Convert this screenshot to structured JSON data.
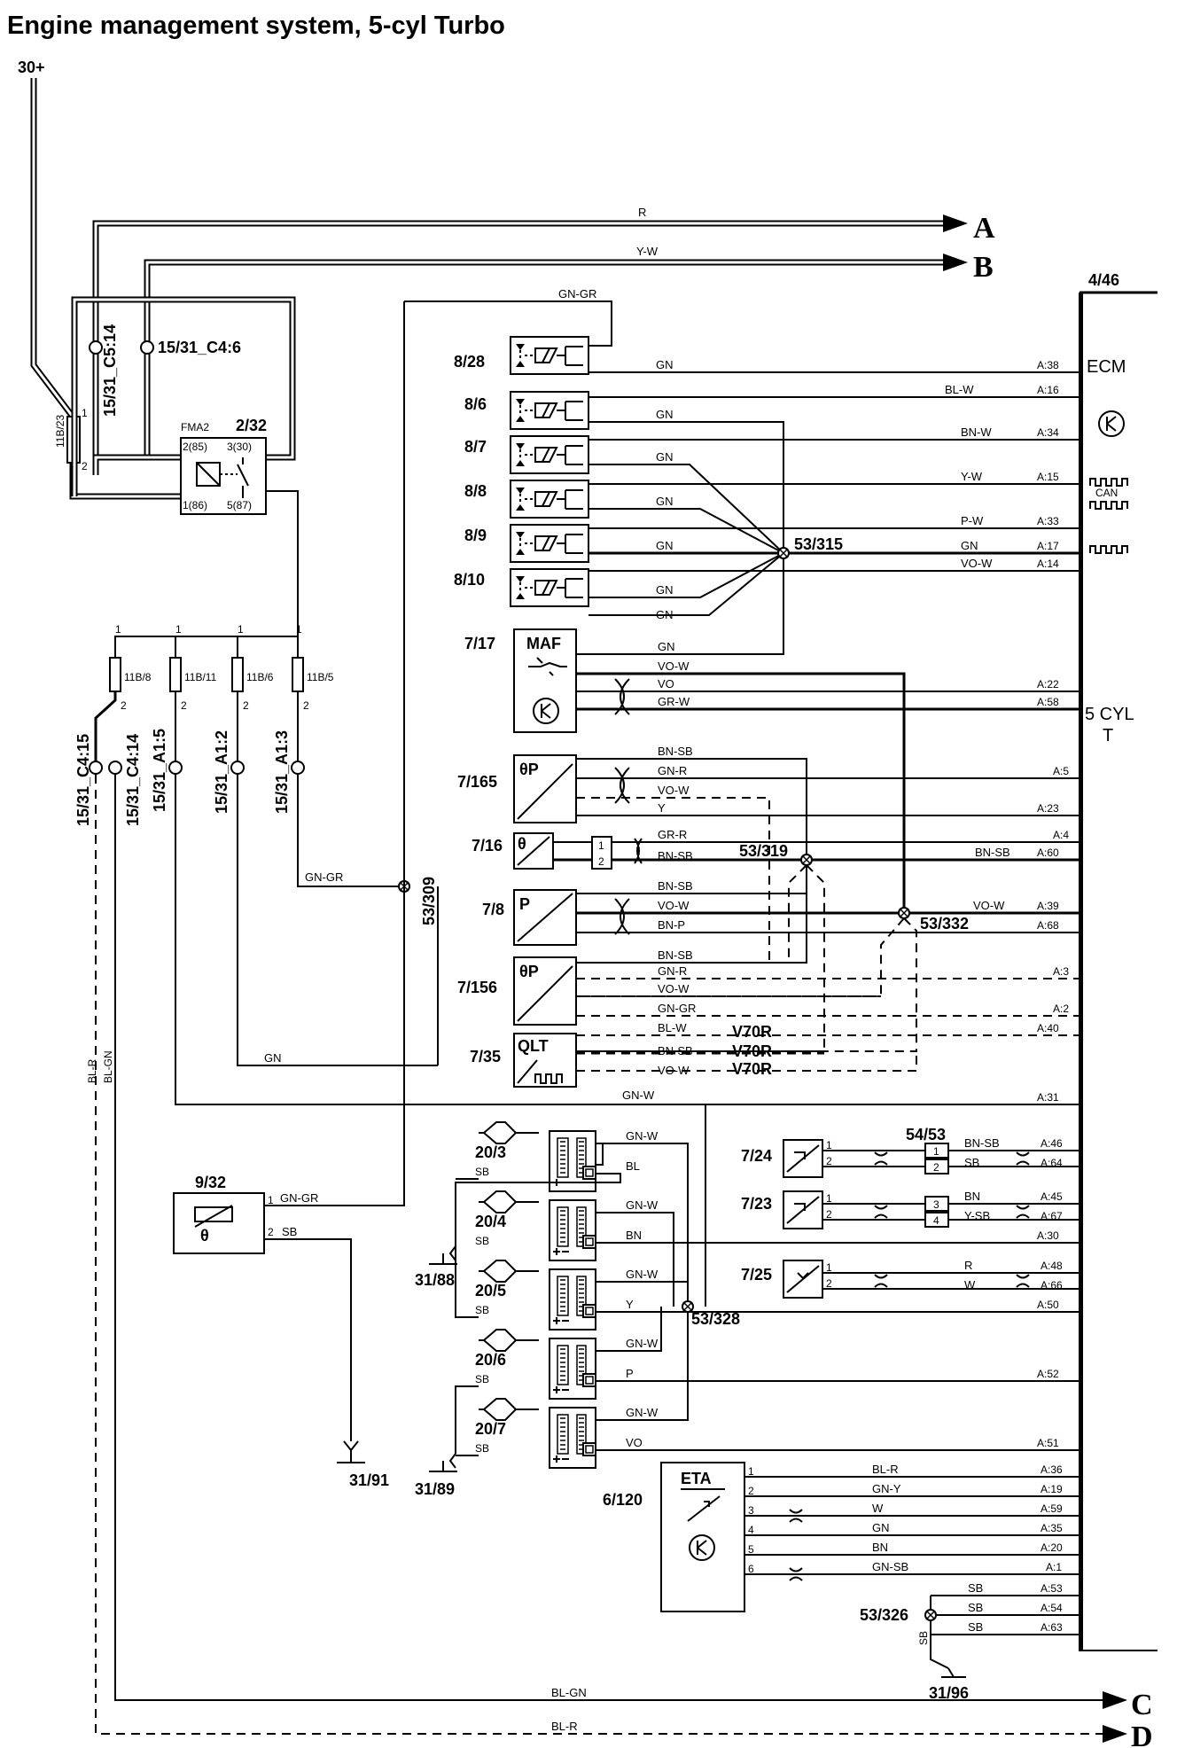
{
  "title": "Engine management system, 5-cyl Turbo",
  "supply": "30+",
  "outputs": [
    "A",
    "B",
    "C",
    "D"
  ],
  "ecm": {
    "ref": "4/46",
    "name": "ECM",
    "variant_line1": "5 CYL",
    "variant_line2": "T",
    "can_label": "CAN"
  },
  "relay": {
    "ref": "2/32",
    "name": "FMA2",
    "pin_85": "2(85)",
    "pin_30": "3(30)",
    "pin_86": "1(86)",
    "pin_87": "5(87)"
  },
  "fuse_main": "11B/23",
  "fuses": [
    "11B/8",
    "11B/11",
    "11B/6",
    "11B/5"
  ],
  "connectors": {
    "c5_14": "15/31_C5:14",
    "c4_6": "15/31_C4:6",
    "c4_15": "15/31_C4:15",
    "c4_14": "15/31_C4:14",
    "a1_5": "15/31_A1:5",
    "a1_2": "15/31_A1:2",
    "a1_3": "15/31_A1:3"
  },
  "splices": {
    "s315": "53/315",
    "s309": "53/309",
    "s319": "53/319",
    "s332": "53/332",
    "s328": "53/328",
    "s326": "53/326",
    "s5453": "54/53"
  },
  "grounds": {
    "g88": "31/88",
    "g91": "31/91",
    "g89": "31/89",
    "g96": "31/96"
  },
  "injectors": [
    "8/28",
    "8/6",
    "8/7",
    "8/8",
    "8/9",
    "8/10"
  ],
  "sensors": {
    "maf": {
      "ref": "7/17",
      "name": "MAF"
    },
    "s7165": {
      "ref": "7/165",
      "name": "θP"
    },
    "s716": {
      "ref": "7/16",
      "name": "θ"
    },
    "s78": {
      "ref": "7/8",
      "name": "P"
    },
    "s7156": {
      "ref": "7/156",
      "name": "θP"
    },
    "s735": {
      "ref": "7/35",
      "name": "QLT"
    },
    "s932": {
      "ref": "9/32"
    },
    "s724": {
      "ref": "7/24"
    },
    "s723": {
      "ref": "7/23"
    },
    "s725": {
      "ref": "7/25"
    },
    "eta": {
      "ref": "6/120",
      "name": "ETA"
    }
  },
  "coils": [
    "20/3",
    "20/4",
    "20/5",
    "20/6",
    "20/7"
  ],
  "variant": "V70R",
  "wires": {
    "R": "R",
    "YW": "Y-W",
    "GNGR": "GN-GR",
    "GN": "GN",
    "BLW": "BL-W",
    "BNW": "BN-W",
    "PW": "P-W",
    "VOW": "VO-W",
    "VO": "VO",
    "GRW": "GR-W",
    "BNSB": "BN-SB",
    "GNR": "GN-R",
    "Y": "Y",
    "GRR": "GR-R",
    "BNP": "BN-P",
    "GNW": "GN-W",
    "SB": "SB",
    "BL": "BL",
    "BN": "BN",
    "P": "P",
    "YSB": "Y-SB",
    "W": "W",
    "BLR": "BL-R",
    "GNY": "GN-Y",
    "GNSB": "GN-SB",
    "BLGN": "BL-GN"
  },
  "ecm_pins": {
    "p38": "A:38",
    "p16": "A:16",
    "p34": "A:34",
    "p15": "A:15",
    "p33": "A:33",
    "p17": "A:17",
    "p14": "A:14",
    "p22": "A:22",
    "p58": "A:58",
    "p5": "A:5",
    "p23": "A:23",
    "p4": "A:4",
    "p60": "A:60",
    "p39": "A:39",
    "p68": "A:68",
    "p3": "A:3",
    "p2": "A:2",
    "p40": "A:40",
    "p31": "A:31",
    "p46": "A:46",
    "p64": "A:64",
    "p45": "A:45",
    "p67": "A:67",
    "p30": "A:30",
    "p48": "A:48",
    "p66": "A:66",
    "p50": "A:50",
    "p52": "A:52",
    "p51": "A:51",
    "p36": "A:36",
    "p19": "A:19",
    "p59": "A:59",
    "p35": "A:35",
    "p20": "A:20",
    "p1": "A:1",
    "p53": "A:53",
    "p54": "A:54",
    "p63": "A:63"
  }
}
